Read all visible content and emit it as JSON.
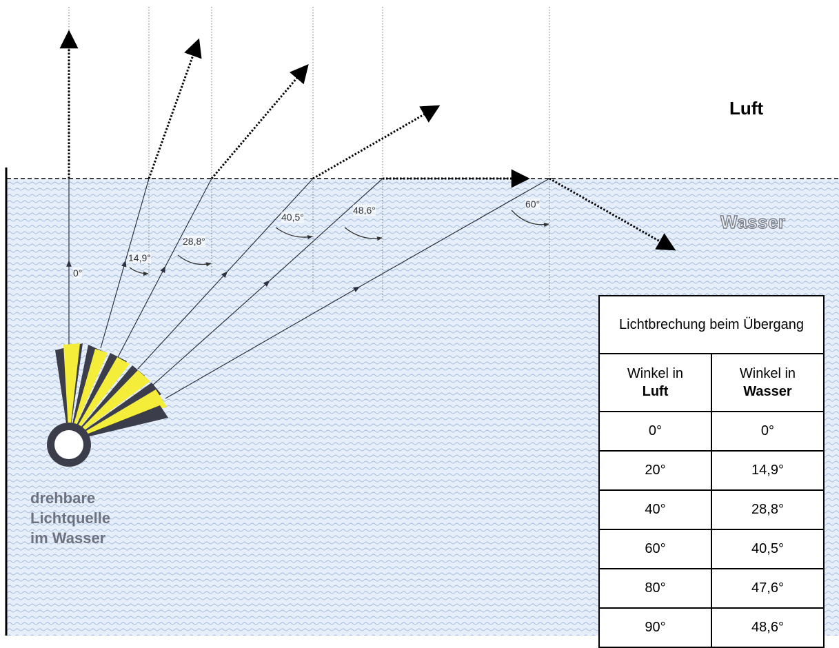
{
  "labels": {
    "luft": "Luft",
    "wasser": "Wasser",
    "source_line1": "drehbare",
    "source_line2": "Lichtquelle",
    "source_line3": "im Wasser"
  },
  "angles": {
    "a0": "0°",
    "a1": "14,9°",
    "a2": "28,8°",
    "a3": "40,5°",
    "a4": "48,6°",
    "a5": "60°"
  },
  "table": {
    "title": "Lichtbrechung beim Übergang",
    "col1_prefix": "Winkel in",
    "col1_bold": "Luft",
    "col2_prefix": "Winkel in",
    "col2_bold": "Wasser",
    "rows": [
      {
        "luft": "0°",
        "wasser": "0°"
      },
      {
        "luft": "20°",
        "wasser": "14,9°"
      },
      {
        "luft": "40°",
        "wasser": "28,8°"
      },
      {
        "luft": "60°",
        "wasser": "40,5°"
      },
      {
        "luft": "80°",
        "wasser": "47,6°"
      },
      {
        "luft": "90°",
        "wasser": "48,6°"
      }
    ]
  },
  "colors": {
    "water": "#dde8f6",
    "wave": "#9fb8dc",
    "beam_yellow": "#f4ee3a",
    "lamp_dark": "#3b3e4a"
  }
}
